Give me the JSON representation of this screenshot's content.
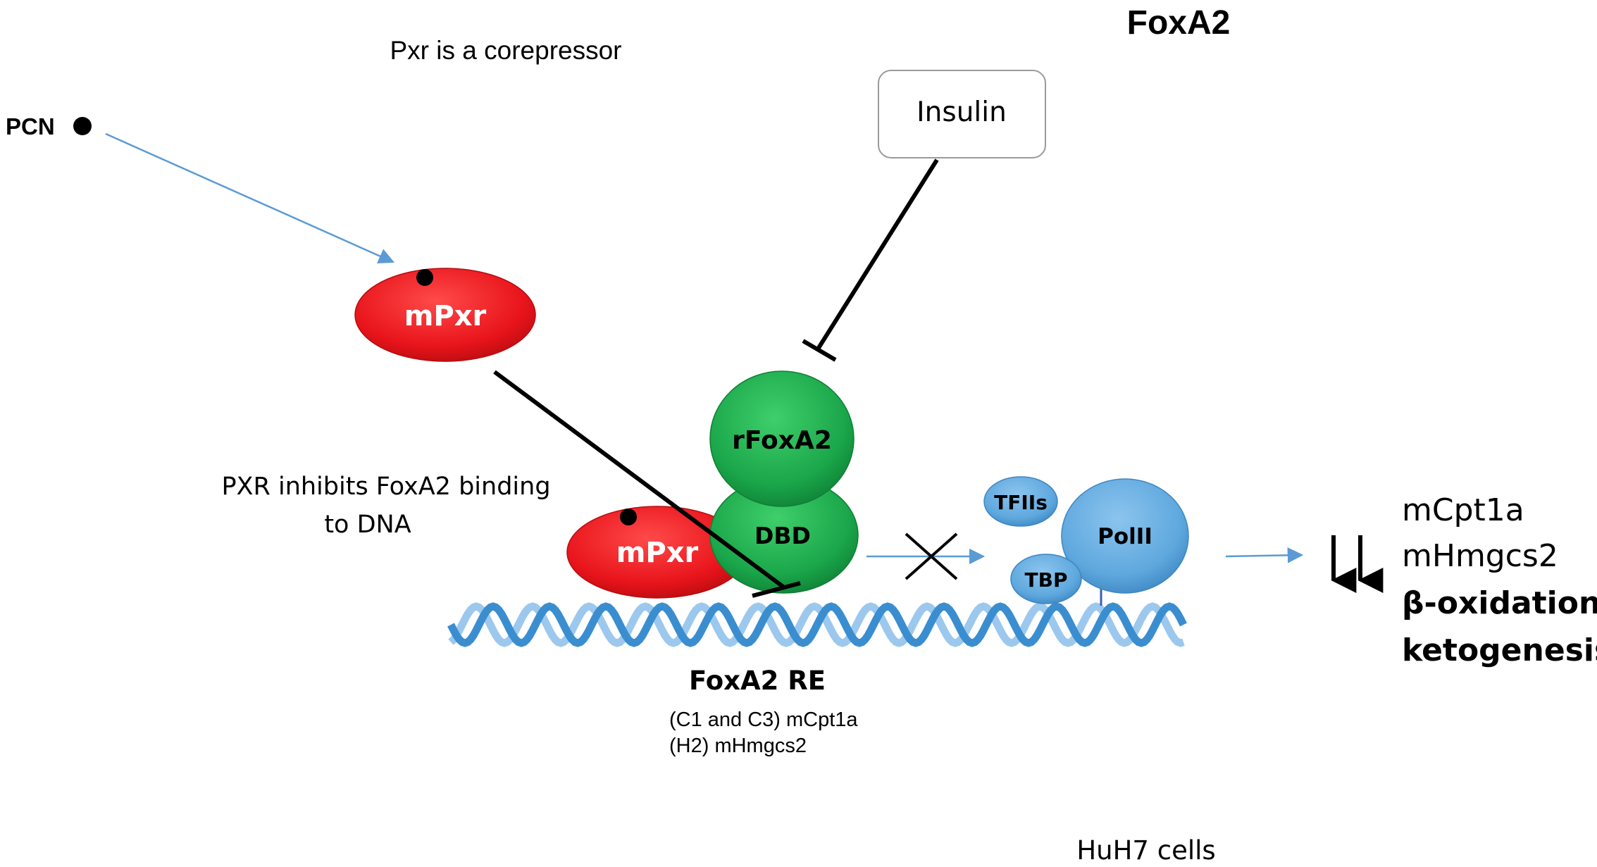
{
  "title": "FoxA2",
  "subtitle": "Pxr is a corepressor",
  "ligand": {
    "label": "PCN"
  },
  "insulin": {
    "label": "Insulin"
  },
  "mpxr_free": {
    "label": "mPxr"
  },
  "mpxr_bound": {
    "label": "mPxr"
  },
  "rfoxa2": {
    "label": "rFoxA2"
  },
  "dbd": {
    "label": "DBD"
  },
  "tfiis": {
    "label": "TFIIs"
  },
  "tbp": {
    "label": "TBP"
  },
  "polii": {
    "label": "PolII"
  },
  "inhibition_note": {
    "line1": "PXR inhibits FoxA2 binding",
    "line2": "to DNA"
  },
  "response_element": {
    "title": "FoxA2 RE",
    "line1": "(C1 and C3)  mCpt1a",
    "line2": "(H2)  mHmgcs2"
  },
  "outcomes": {
    "arrows": "↓↓",
    "items": [
      "mCpt1a",
      "mHmgcs2",
      "β-oxidation",
      "ketogenesis"
    ]
  },
  "cell_line": "HuH7 cells",
  "colors": {
    "mpxr": "#e8141b",
    "foxa2": "#1aa64a",
    "polii": "#5ea8de",
    "dna_dark": "#3a8ed0",
    "dna_light": "#9cc8ee",
    "arrow": "#5b9bd5",
    "inhibit_line": "#000000"
  }
}
